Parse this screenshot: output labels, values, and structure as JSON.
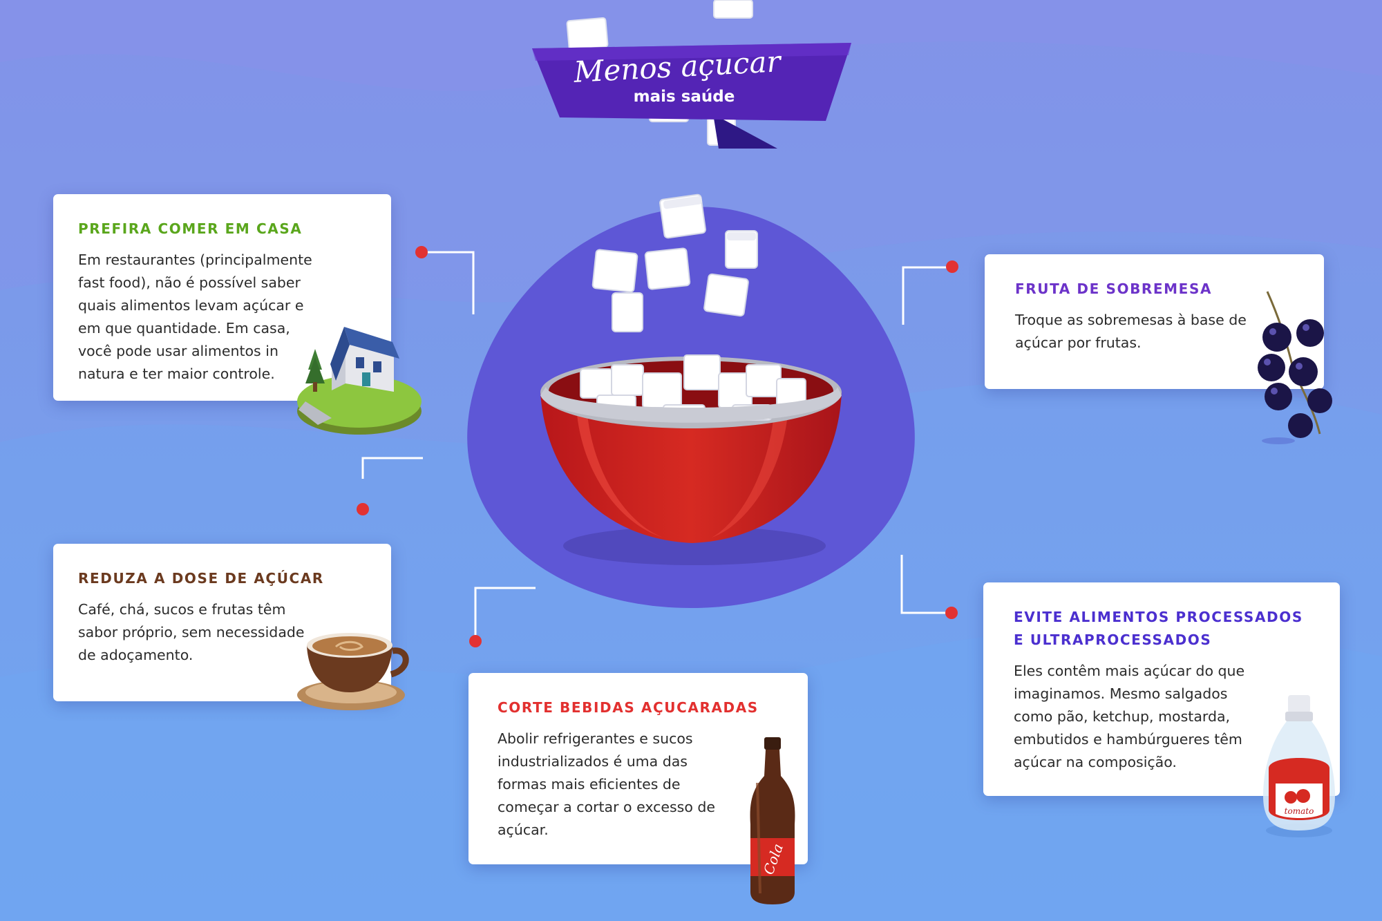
{
  "banner": {
    "title": "Menos açucar",
    "subtitle": "mais saúde"
  },
  "colors": {
    "background": "#7b9ae9",
    "blob": "#5e57d6",
    "banner": "#5424b5",
    "dot": "#e23232",
    "green": "#5aa61c",
    "brown": "#6b3a1f",
    "red": "#e2302f",
    "purple": "#6c33c9"
  },
  "tips": [
    {
      "id": "comer-em-casa",
      "title": "PREFIRA COMER EM CASA",
      "text": "Em restaurantes (principalmente fast food), não é possível saber quais alimentos levam açúcar e em que quantidade. Em casa, você pode usar alimentos in natura e ter maior controle.",
      "icon": "house-icon"
    },
    {
      "id": "dose-acucar",
      "title": "REDUZA A DOSE DE AÇÚCAR",
      "text": "Café, chá, sucos e frutas têm sabor próprio, sem necessidade de adoçamento.",
      "icon": "coffee-cup-icon"
    },
    {
      "id": "bebidas",
      "title": "CORTE BEBIDAS AÇUCARADAS",
      "text": "Abolir refrigerantes e sucos industrializados é uma das formas mais eficientes de começar a cortar o excesso de açúcar.",
      "icon": "cola-bottle-icon"
    },
    {
      "id": "sobremesa",
      "title": "FRUTA DE SOBREMESA",
      "text": "Troque as sobremesas à base de açúcar por frutas.",
      "icon": "berries-icon"
    },
    {
      "id": "processados",
      "title": "EVITE ALIMENTOS PROCESSADOS E ULTRAPROCESSADOS",
      "text": "Eles contêm mais açúcar do que imaginamos. Mesmo salgados como pão, ketchup, mostarda, embutidos e hambúrgueres têm açúcar na composição.",
      "icon": "ketchup-bottle-icon"
    }
  ],
  "illustrations": {
    "cola_label": "Cola",
    "ketchup_label": "tomato"
  }
}
